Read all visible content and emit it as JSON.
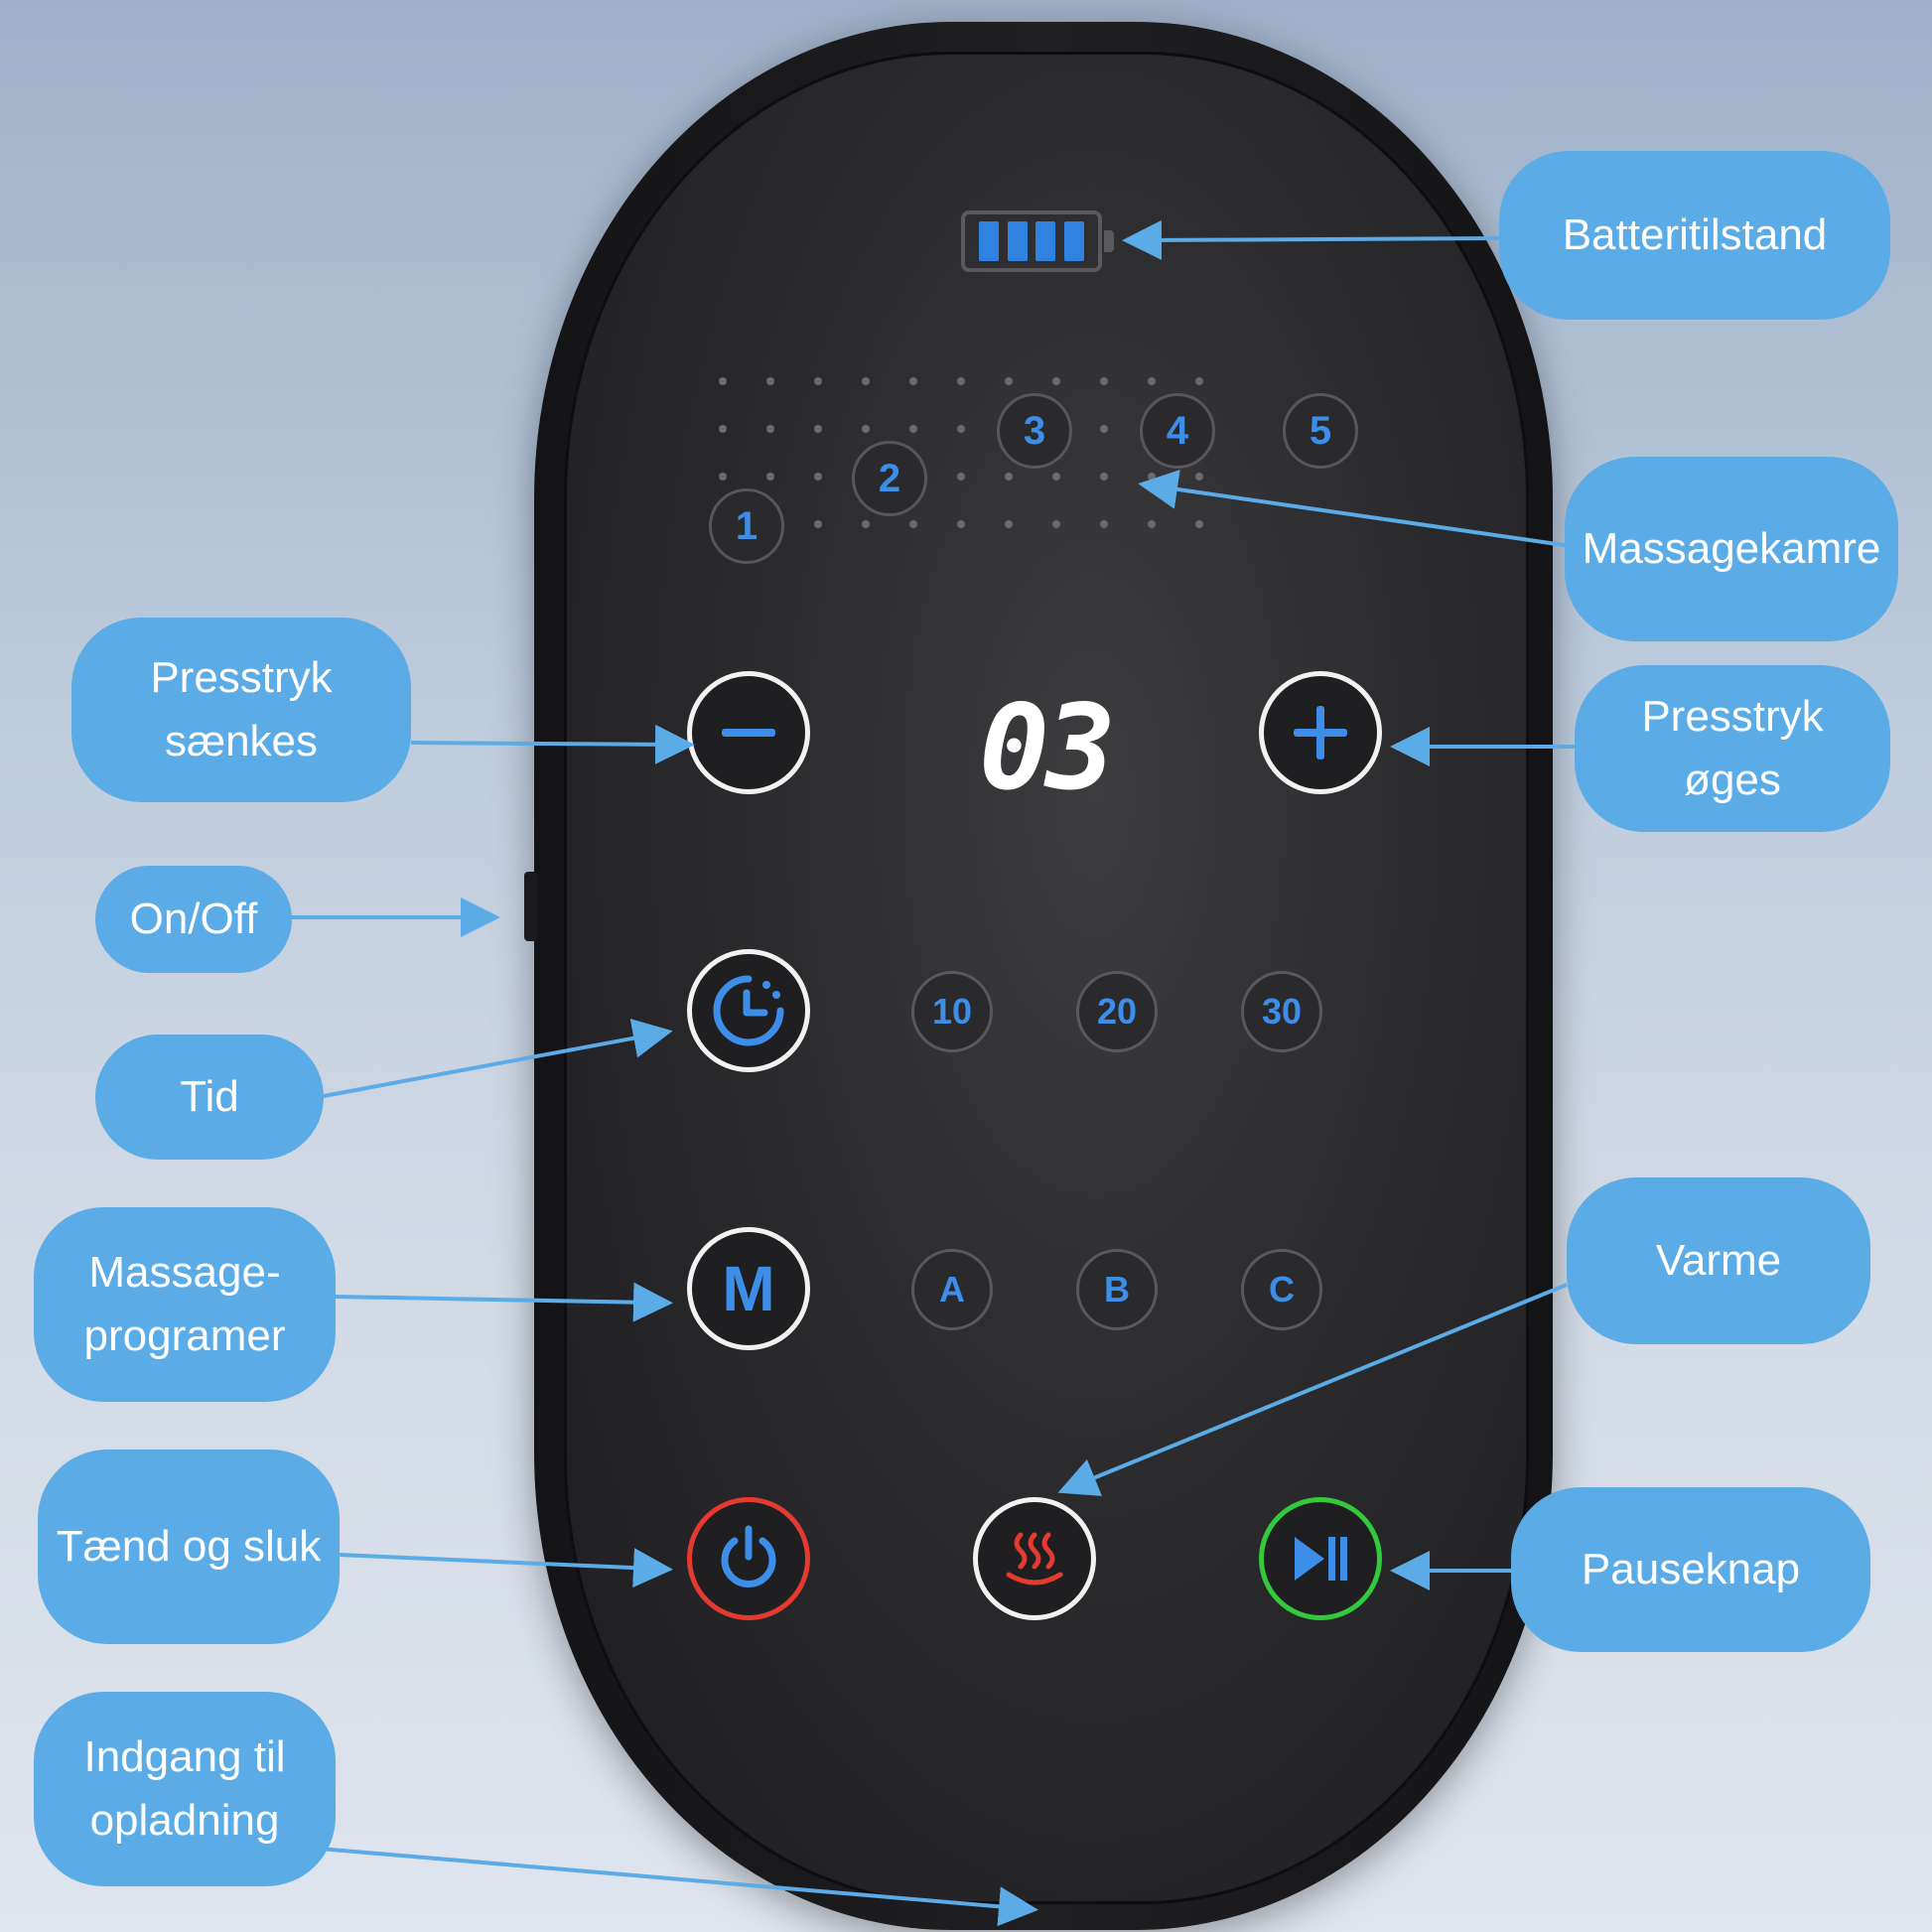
{
  "device": {
    "display_value": "03",
    "chambers": [
      "1",
      "2",
      "3",
      "4",
      "5"
    ],
    "timer_options": [
      "10",
      "20",
      "30"
    ],
    "program_options": [
      "A",
      "B",
      "C"
    ],
    "mode_button_label": "M",
    "battery_bars": 4
  },
  "callouts": {
    "batteri": "Batteritilstand",
    "massagekamre": "Massagekamre",
    "presstryk_saenkes": "Presstryk\nsænkes",
    "presstryk_oges": "Presstryk\nøges",
    "on_off": "On/Off",
    "tid": "Tid",
    "massageprogramer": "Massage-\nprogramer",
    "varme": "Varme",
    "taend_sluk": "Tænd og sluk",
    "pauseknap": "Pauseknap",
    "opladning": "Indgang til\nopladning"
  },
  "colors": {
    "callout_blue": "#5aabe6",
    "accent_blue": "#3d8ee8",
    "power_ring": "#e53a2f",
    "play_ring": "#33c93d",
    "heat_icon": "#e53a2f"
  }
}
